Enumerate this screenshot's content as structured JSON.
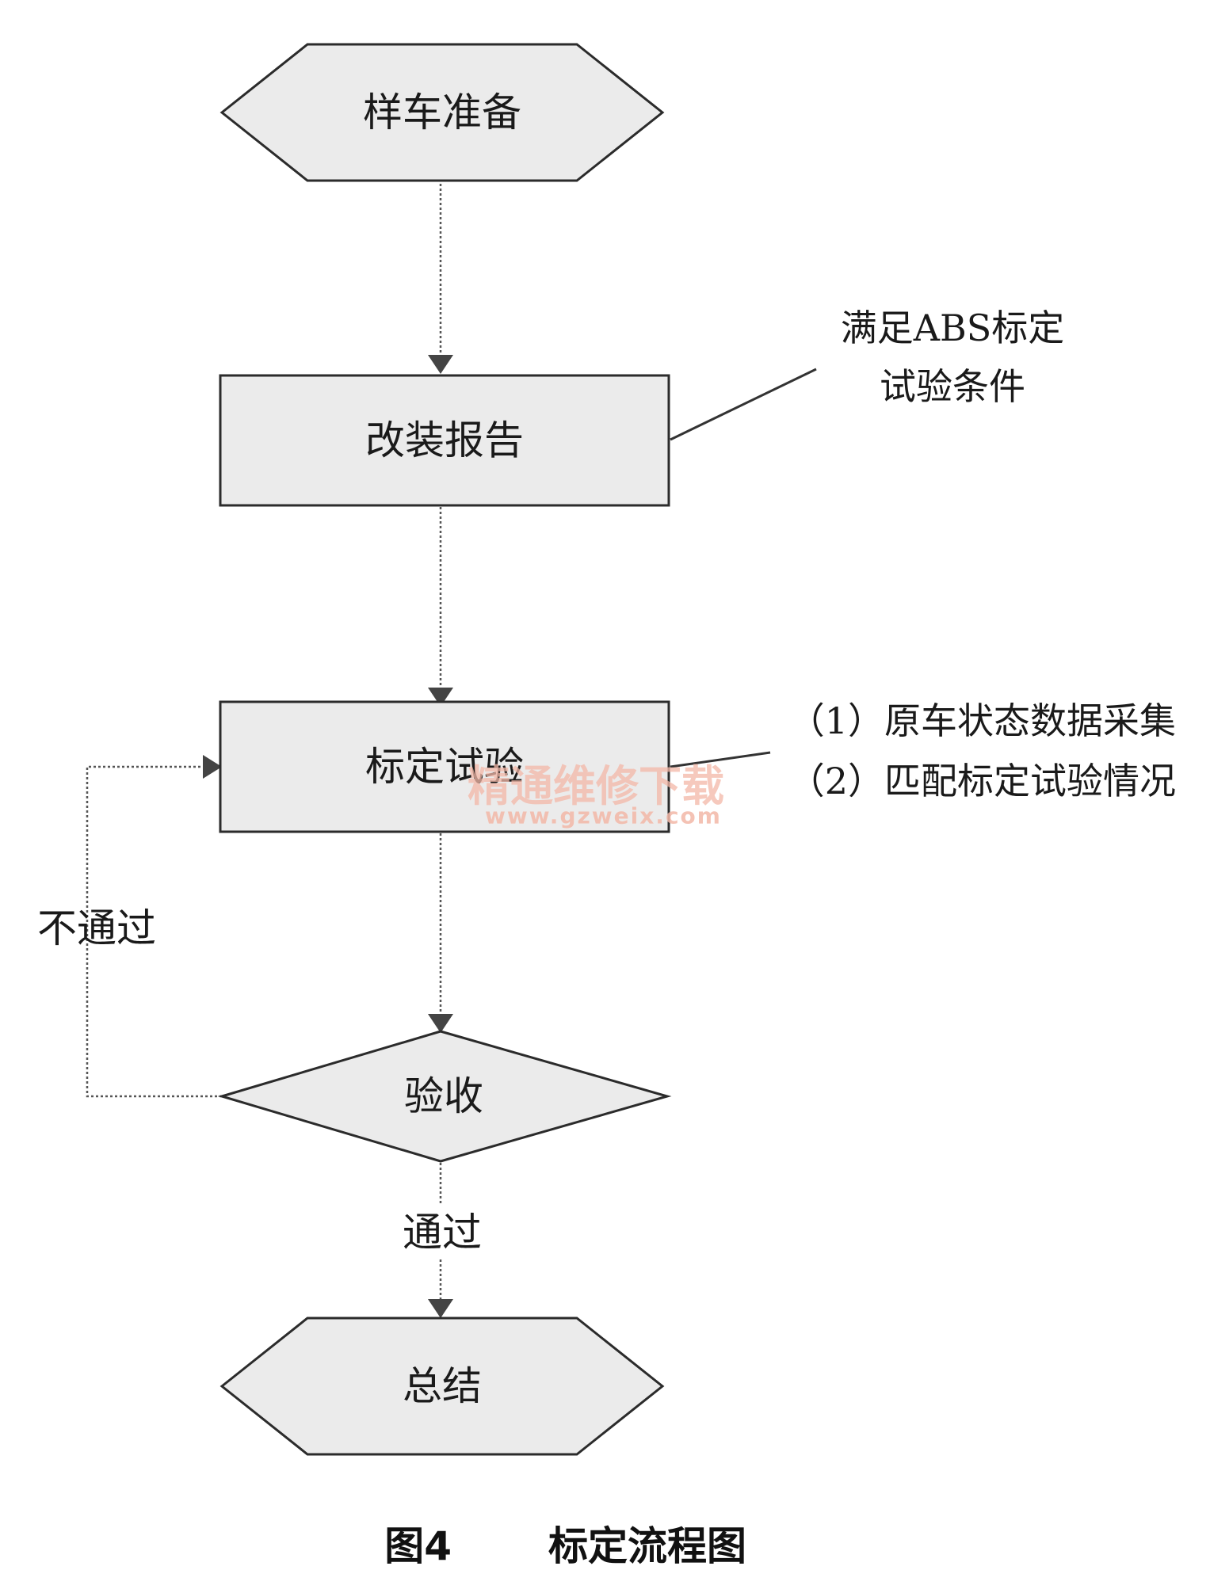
{
  "nodes": {
    "sample_prep": "样车准备",
    "modification_report": "改装报告",
    "calibration_test": "标定试验",
    "acceptance": "验收",
    "summary": "总结"
  },
  "edges": {
    "fail_label": "不通过",
    "pass_label": "通过"
  },
  "notes": {
    "modification_note_line1": "满足ABS标定",
    "modification_note_line2": "试验条件",
    "calibration_note_line1": "（1）原车状态数据采集",
    "calibration_note_line2": "（2）匹配标定试验情况"
  },
  "watermark": {
    "cn": "精通维修下载",
    "url": "www.gzweix.com"
  },
  "caption": {
    "figure_number": "图4",
    "title": "标定流程图"
  }
}
